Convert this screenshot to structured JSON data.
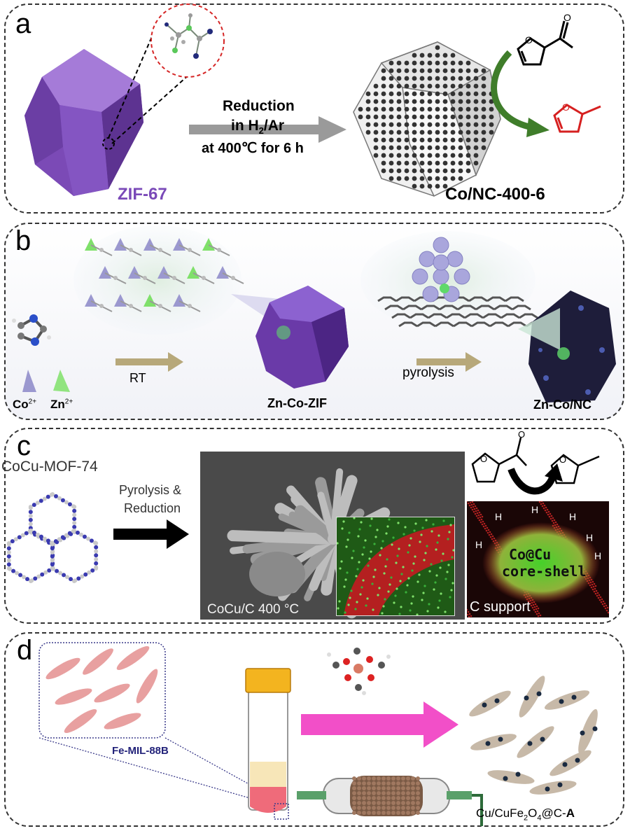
{
  "panels": {
    "a": {
      "letter": "a",
      "precursor": "ZIF-67",
      "step_line1": "Reduction",
      "step_line2_prefix": "in H",
      "step_line2_sub": "2",
      "step_line2_suffix": "/Ar",
      "step_line3": "at 400℃ for 6 h",
      "product": "Co/NC-400-6",
      "colors": {
        "zif": "#7a49b8",
        "reactant": "#000000",
        "product": "#d62020",
        "arrow": "#3f7d2a"
      }
    },
    "b": {
      "letter": "b",
      "co_label": "Co",
      "co_charge": "2+",
      "zn_label": "Zn",
      "zn_charge": "2+",
      "step1": "RT",
      "intermediate": "Zn-Co-ZIF",
      "step2": "pyrolysis",
      "product": "Zn-Co/NC"
    },
    "c": {
      "letter": "c",
      "precursor": "CoCu-MOF-74",
      "step_line1": "Pyrolysis &",
      "step_line2": "Reduction",
      "sem_caption": "CoCu/C  400 °C",
      "h_label": "H",
      "core_line1": "Co@Cu",
      "core_line2": "core-shell",
      "support": "C support"
    },
    "d": {
      "letter": "d",
      "precursor": "Fe-MIL-88B",
      "product_prefix": "Cu/CuFe",
      "product_sub1": "2",
      "product_mid": "O",
      "product_sub2": "4",
      "product_suffix": "@C-",
      "product_bold": "A",
      "colors": {
        "rods": "#e8a0a0",
        "arrow": "#f24fc8",
        "product_rods": "#c7b9a8"
      }
    }
  }
}
